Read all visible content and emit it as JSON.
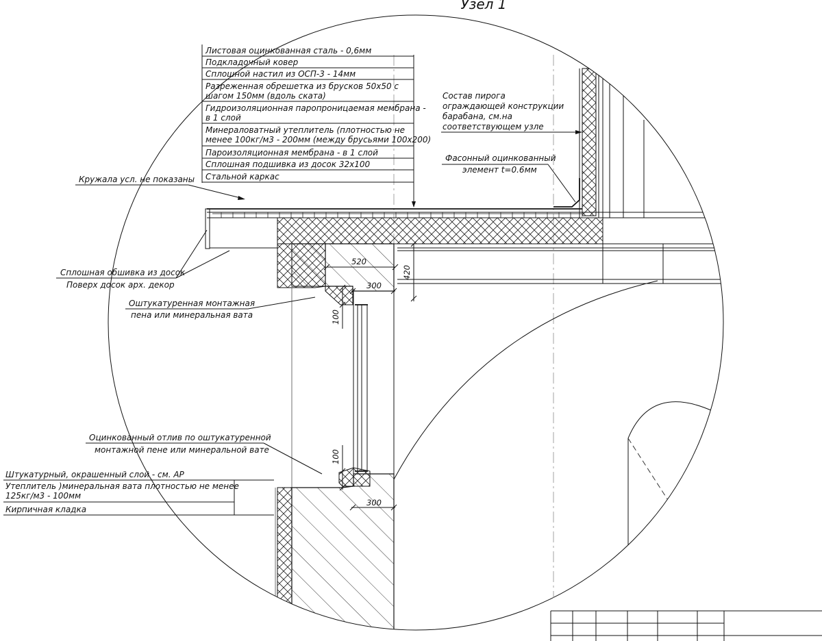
{
  "title": "Узел 1",
  "roof_layers": [
    "Листовая оцинкованная сталь - 0,6мм",
    "Подкладочный ковер",
    "Сплошной настил из ОСП-3 - 14мм",
    "Разреженная обрешетка из брусков 50х50 с",
    "шагом 150мм (вдоль ската)",
    "Гидроизоляционная паропроницаемая мембрана -",
    "в 1 слой",
    "Минераловатный утеплитель (плотностью не",
    "менее 100кг/м3 - 200мм (между брусьями 100х200)",
    "Пароизоляционная мембрана - в 1 слой",
    "Сплошная подшивка из досок 32х100",
    "Стальной каркас"
  ],
  "notes": {
    "kruzhala": "Кружала усл. не показаны",
    "drum_1": "Состав пирога",
    "drum_2": "ограждающей конструкции",
    "drum_3": "барабана, см.на",
    "drum_4": "соответствующем узле",
    "shaped_1": "Фасонный оцинкованный",
    "shaped_2": "элемент t=0.6мм",
    "cladding_1": "Сплошная обшивка из досок",
    "cladding_2": "Поверх досок арх. декор",
    "foam_1": "Оштукатуренная монтажная",
    "foam_2": "пена или минеральная вата",
    "sill_1": "Оцинкованный отлив по оштукатуренной",
    "sill_2": "монтажной пене или минеральной вате",
    "plaster": "Штукатурный, окрашенный слой - см. АР",
    "insul_1": "Утеплитель )минеральная вата плотностью не менее",
    "insul_2": "125кг/м3 - 100мм",
    "brick": "Кирпичная кладка"
  },
  "dimensions": {
    "d520": "520",
    "d420": "420",
    "d300_top": "300",
    "d100_top": "100",
    "d100_bot": "100",
    "d300_bot": "300"
  }
}
